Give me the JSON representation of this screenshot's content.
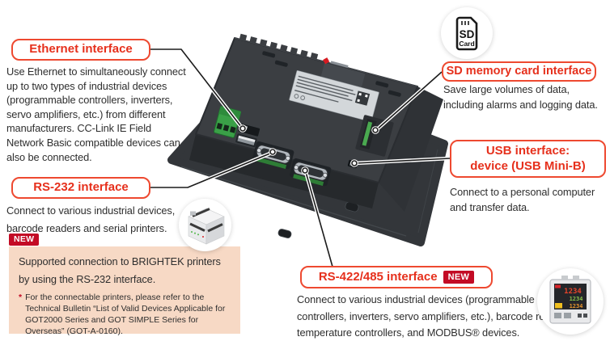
{
  "colors": {
    "accent_red": "#e6301c",
    "box_border": "#ee4930",
    "badge_red": "#c30b25",
    "pink_bg": "#f7d9c5",
    "ink": "#2e2e2e",
    "line": "#1c1c1c"
  },
  "callouts": {
    "ethernet": {
      "label": "Ethernet interface",
      "description": "Use Ethernet to simultaneously connect up to two types of industrial devices (programmable controllers, inverters, servo amplifiers, etc.) from different manufacturers. CC-Link IE Field Network Basic compatible devices can also be connected."
    },
    "rs232": {
      "label": "RS-232 interface",
      "description": "Connect to various industrial devices, barcode readers and serial printers."
    },
    "printer_note": {
      "badge": "NEW",
      "text": "Supported connection to BRIGHTEK printers by using the RS-232 interface.",
      "marker": "*",
      "footnote": "For the connectable printers, please refer to the Technical Bulletin “List of Valid Devices Applicable for GOT2000 Series and GOT SIMPLE Series for Overseas” (GOT-A-0160)."
    },
    "sd": {
      "label": "SD memory card interface",
      "description": "Save large volumes of data, including alarms and logging data."
    },
    "usb": {
      "label_line1": "USB interface:",
      "label_line2": "device (USB Mini-B)",
      "description": "Connect to a personal computer and transfer data."
    },
    "rs422": {
      "label": "RS-422/485 interface",
      "badge": "NEW",
      "description": "Connect to various industrial devices (programmable controllers, inverters, servo amplifiers, etc.), barcode readers, temperature controllers, and MODBUS® devices."
    }
  },
  "icons": {
    "sd_card": {
      "line1": "SD",
      "line2": "Card"
    },
    "temp_display": [
      "1234",
      "1234",
      "1234"
    ]
  }
}
